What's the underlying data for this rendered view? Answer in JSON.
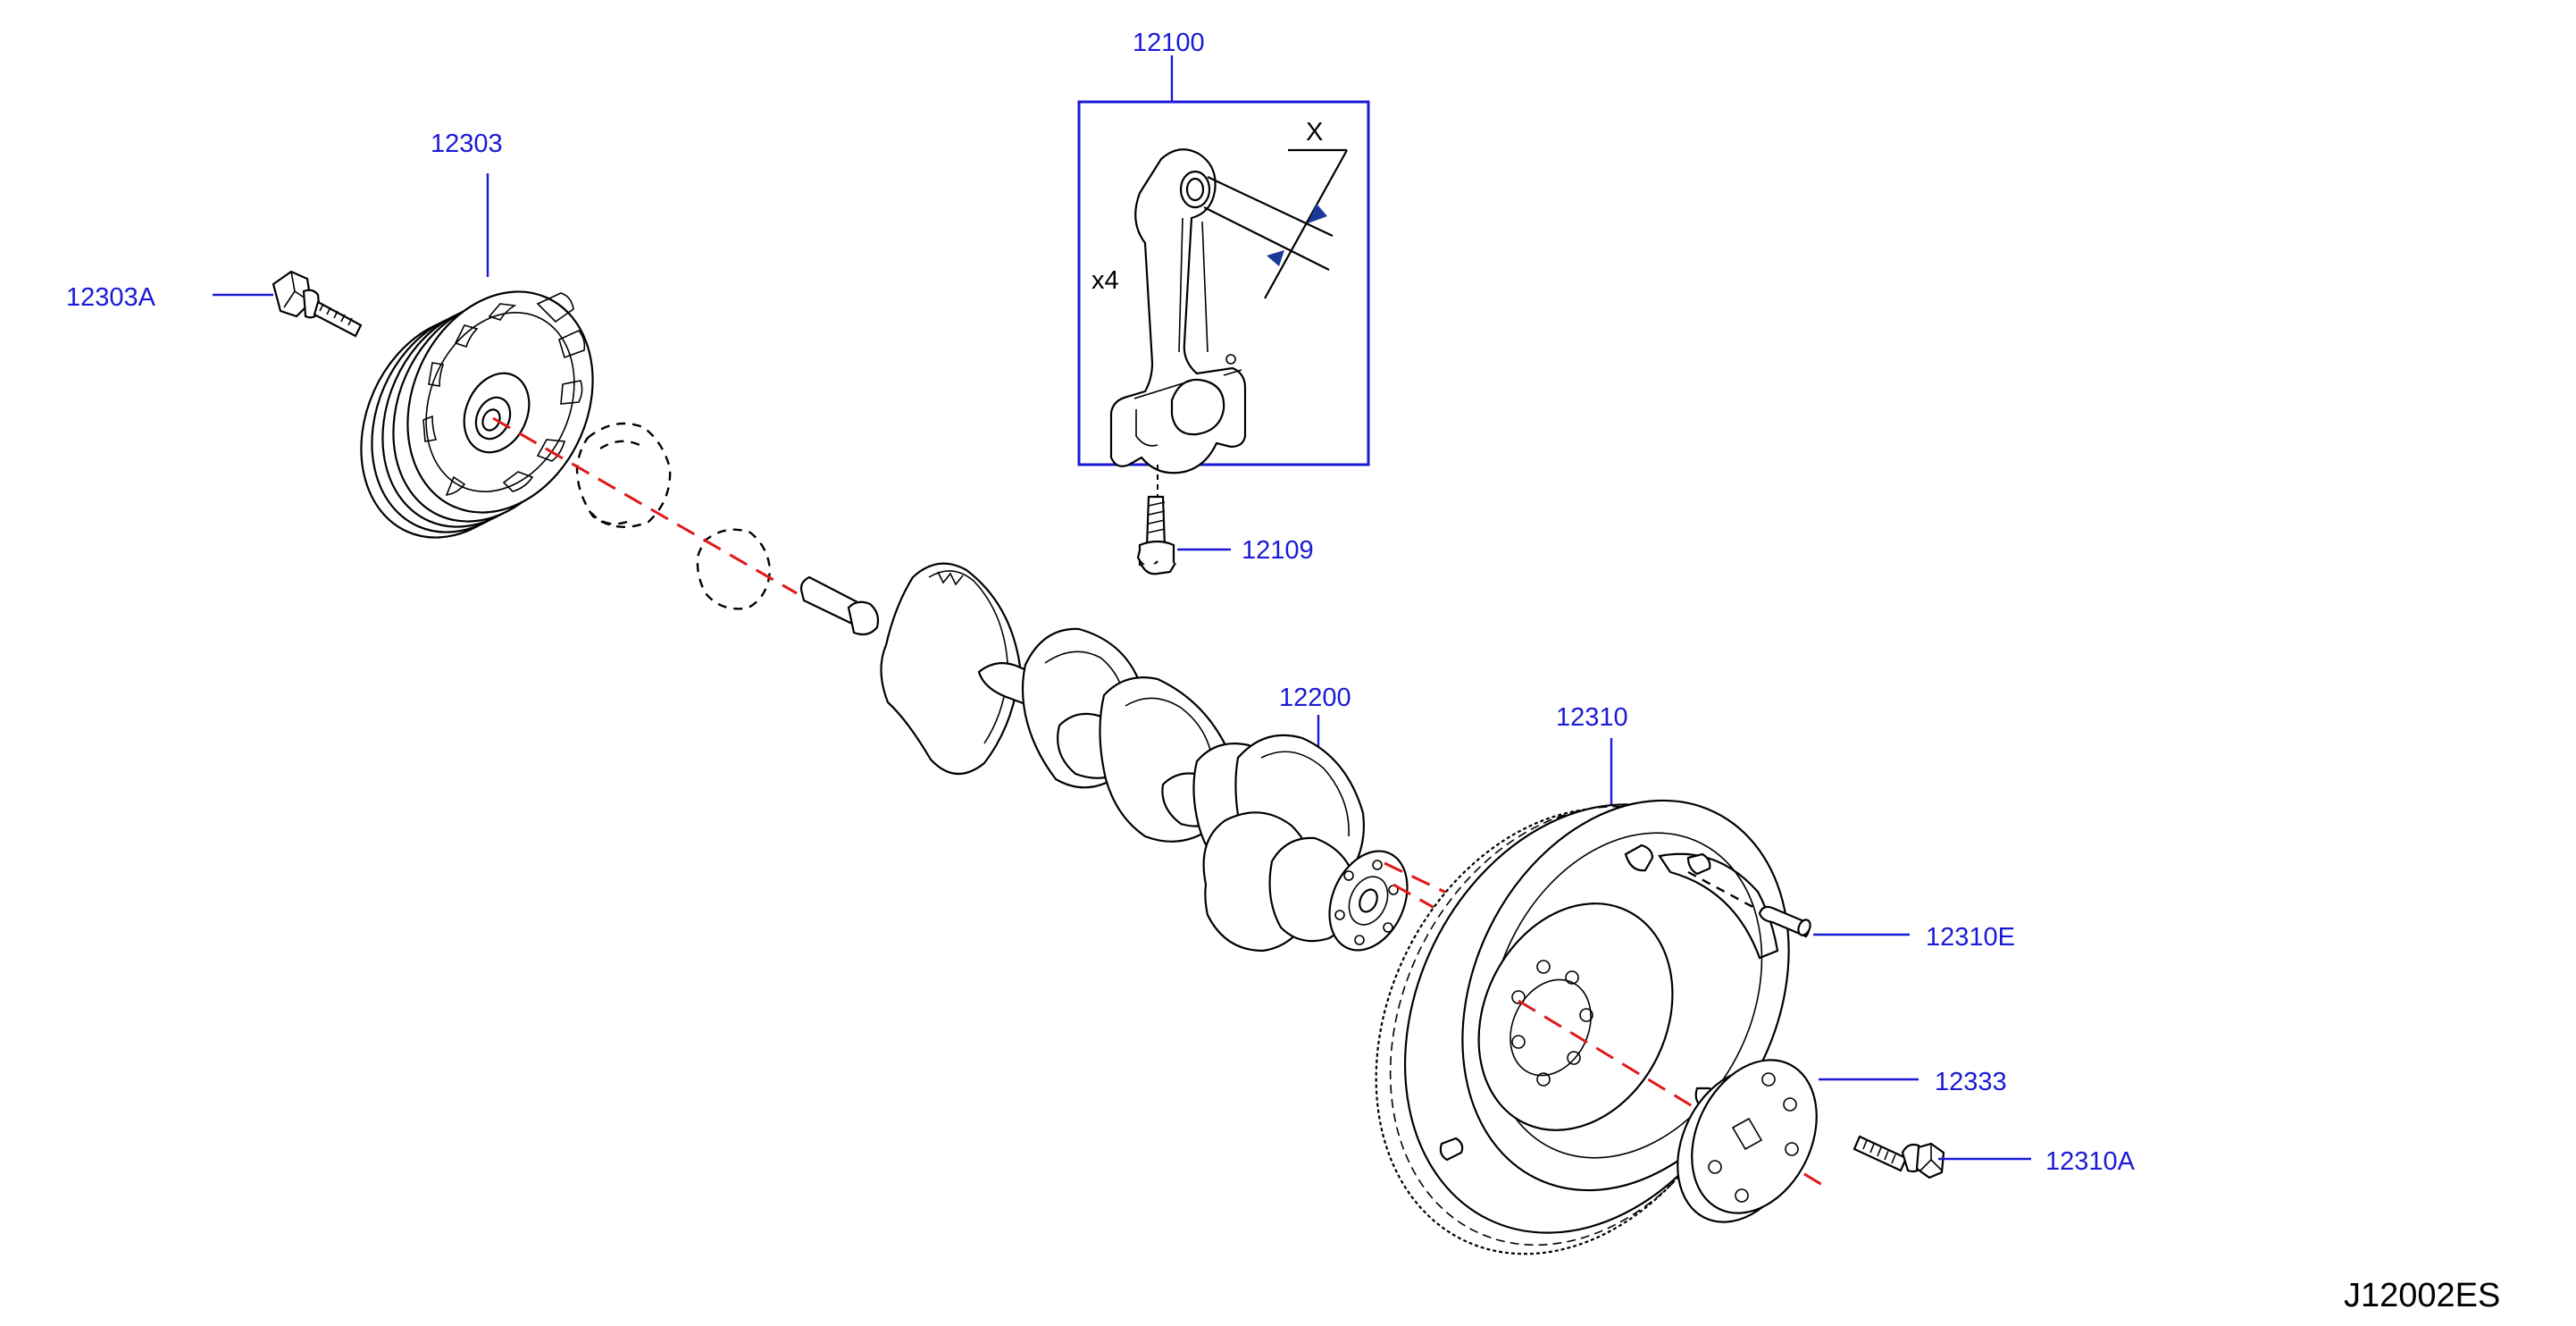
{
  "parts": {
    "conrod_assembly": "12100",
    "pulley": "12303",
    "pulley_bolt": "12303A",
    "conrod_bolt": "12109",
    "crankshaft": "12200",
    "flywheel": "12310",
    "flywheel_pin": "12310E",
    "flywheel_plate": "12333",
    "flywheel_bolt": "12310A"
  },
  "annotations": {
    "quantity": "x4",
    "dimension_marker": "X"
  },
  "diagram_code": "J12002ES",
  "colors": {
    "label": "#1a1ad6",
    "centerline": "#e01818",
    "outline": "#000000"
  }
}
